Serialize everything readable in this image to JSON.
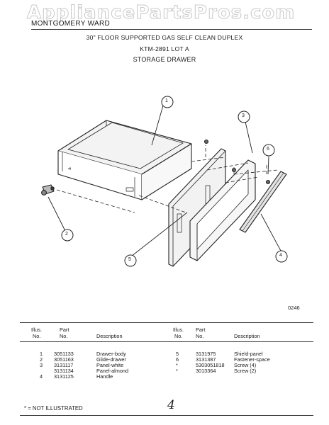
{
  "header": {
    "brand": "MONTGOMERY WARD",
    "watermark": "AppliancePartsPros.com",
    "line1": "30\" FLOOR SUPPORTED GAS SELF CLEAN DUPLEX",
    "line2": "KTM-2891 LOT A",
    "line3": "STORAGE DRAWER"
  },
  "diagram": {
    "callouts": [
      "1",
      "2",
      "3",
      "4",
      "5",
      "6"
    ],
    "figure_code": "0246"
  },
  "table": {
    "headers": {
      "illus": [
        "Illus.",
        "No."
      ],
      "part": [
        "Part",
        "No."
      ],
      "description": "Description"
    },
    "left_rows": [
      {
        "illus": "1",
        "part": "3051133",
        "desc": "Drawer-body"
      },
      {
        "illus": "2",
        "part": "3051163",
        "desc": "Glide-drawer"
      },
      {
        "illus": "3",
        "part": "3131117",
        "desc": "Panel-white"
      },
      {
        "illus": "",
        "part": "3131134",
        "desc": "Panel-almond"
      },
      {
        "illus": "4",
        "part": "3131125",
        "desc": "Handle"
      }
    ],
    "right_rows": [
      {
        "illus": "5",
        "part": "3131975",
        "desc": "Shield-panel"
      },
      {
        "illus": "6",
        "part": "3131387",
        "desc": "Fastener-space"
      },
      {
        "illus": "*",
        "part": "5303051818",
        "desc": "Screw (4)"
      },
      {
        "illus": "*",
        "part": "3013364",
        "desc": "Screw (2)"
      }
    ]
  },
  "footer": {
    "note": "* = NOT ILLUSTRATED",
    "page_mark": "4"
  }
}
